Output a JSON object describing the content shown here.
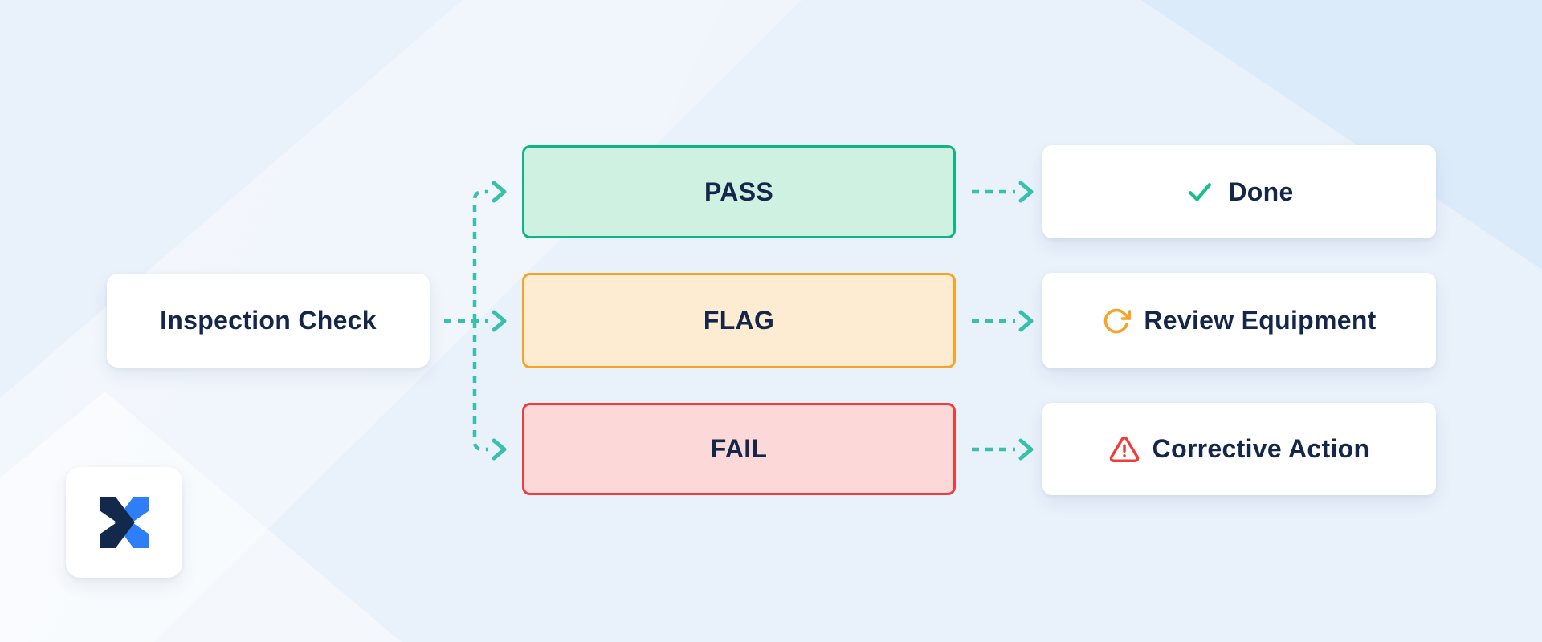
{
  "colors": {
    "canvas-bg": "#e9f1fb",
    "navy-text": "#14274a",
    "arrow": "#38c0ab",
    "pass-fill": "#cff1e2",
    "pass-border": "#0eb582",
    "flag-fill": "#fdecd2",
    "flag-border": "#f7a325",
    "fail-fill": "#fdd8d8",
    "fail-border": "#f23b3b",
    "done-icon": "#17c08a",
    "review-icon": "#f7a325",
    "corrective-icon": "#f23b3b",
    "logo-navy": "#13294b",
    "logo-blue": "#2e7ef7",
    "card-bg": "#ffffff"
  },
  "diagram": {
    "source": {
      "label": "Inspection Check"
    },
    "statuses": [
      {
        "label": "PASS"
      },
      {
        "label": "FLAG"
      },
      {
        "label": "FAIL"
      }
    ],
    "outcomes": [
      {
        "label": "Done",
        "icon": "check-icon"
      },
      {
        "label": "Review Equipment",
        "icon": "rotate-cw-icon"
      },
      {
        "label": "Corrective Action",
        "icon": "alert-triangle-icon"
      }
    ]
  },
  "logo": {
    "icon": "x-logo"
  }
}
